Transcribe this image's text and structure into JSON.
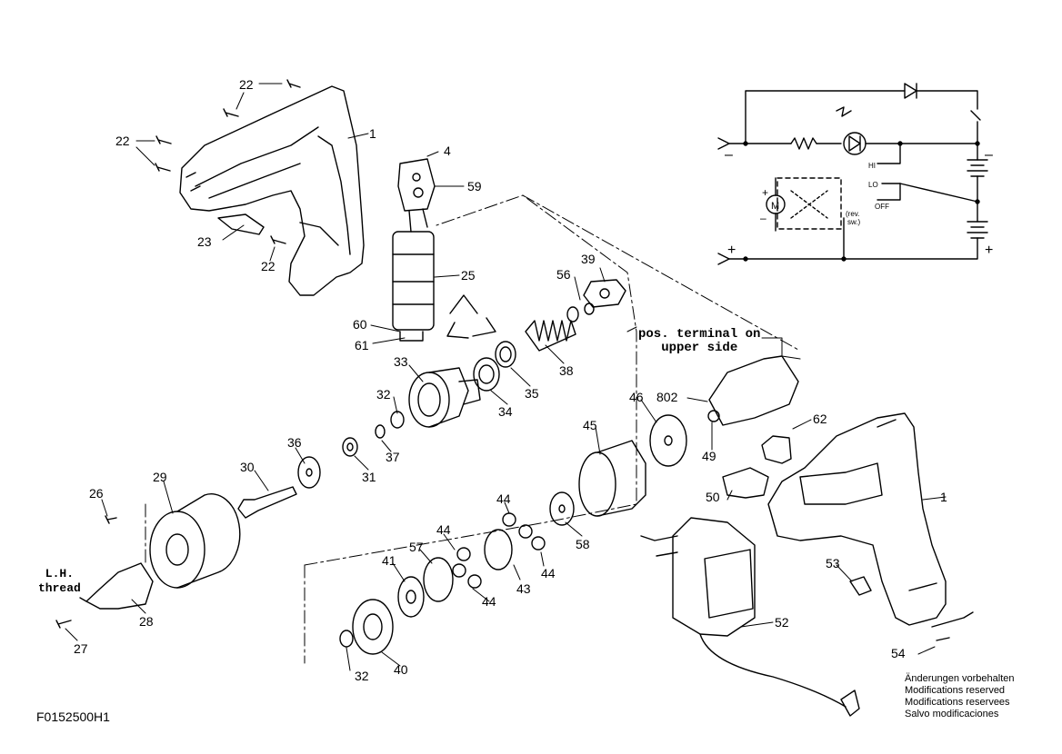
{
  "drawing_code": "F0152500H1",
  "notice": [
    "Änderungen vorbehalten",
    "Modifications reserved",
    "Modifications reservees",
    "Salvo modificaciones"
  ],
  "callouts": {
    "pos_terminal": [
      "pos. terminal on",
      "upper side"
    ],
    "lh_thread": [
      "L.H.",
      "thread"
    ]
  },
  "schematic": {
    "hi": "HI",
    "lo": "LO",
    "off": "OFF",
    "rev_sw": [
      "(rev.",
      "sw.)"
    ],
    "minus": "–",
    "plus": "+",
    "motor": "M"
  },
  "part_labels": [
    "22",
    "22",
    "22",
    "1",
    "4",
    "59",
    "23",
    "22",
    "25",
    "56",
    "39",
    "60",
    "61",
    "33",
    "32",
    "34",
    "35",
    "38",
    "36",
    "31",
    "37",
    "30",
    "26",
    "29",
    "28",
    "27",
    "57",
    "41",
    "44",
    "44",
    "43",
    "44",
    "44",
    "40",
    "32",
    "58",
    "45",
    "46",
    "802",
    "49",
    "62",
    "50",
    "1",
    "53",
    "52",
    "54"
  ]
}
